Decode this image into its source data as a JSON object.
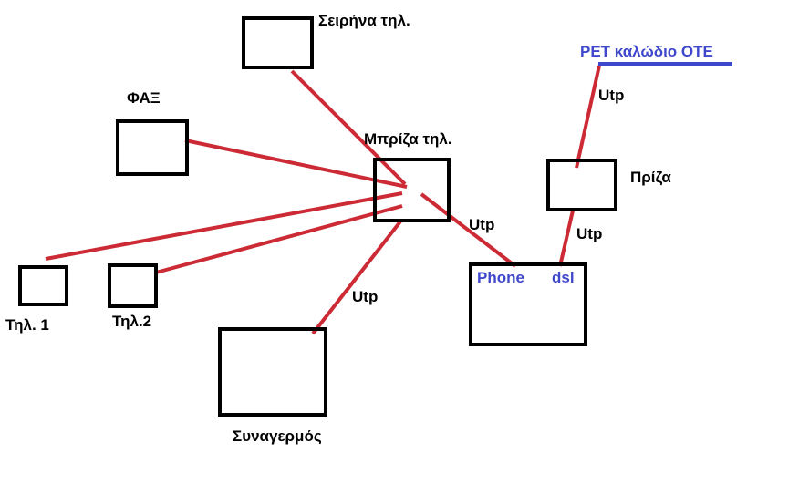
{
  "colors": {
    "box_stroke": "#000000",
    "wire": "#cc2b36",
    "label": "#000000",
    "accent_label": "#3f48cc",
    "ote_cable": "#3f48cc",
    "background": "#ffffff"
  },
  "nodes": {
    "siren": {
      "label": "Σειρήνα τηλ."
    },
    "fax": {
      "label": "ΦΑΞ"
    },
    "phone_socket": {
      "label": "Μπρίζα τηλ."
    },
    "wall_socket": {
      "label": "Πρίζα"
    },
    "phone1": {
      "label": "Τηλ. 1"
    },
    "phone2": {
      "label": "Τηλ.2"
    },
    "alarm": {
      "label": "Συναγερμός"
    },
    "modem": {
      "port_phone": "Phone",
      "port_dsl": "dsl"
    }
  },
  "ote_cable": {
    "label": "PET  καλώδιο ΟΤΕ"
  },
  "cable_labels": {
    "ote_to_wall_socket": "Utp",
    "wall_socket_to_dsl": "Utp",
    "phone_socket_to_modem": "Utp",
    "phone_socket_to_alarm": "Utp"
  }
}
